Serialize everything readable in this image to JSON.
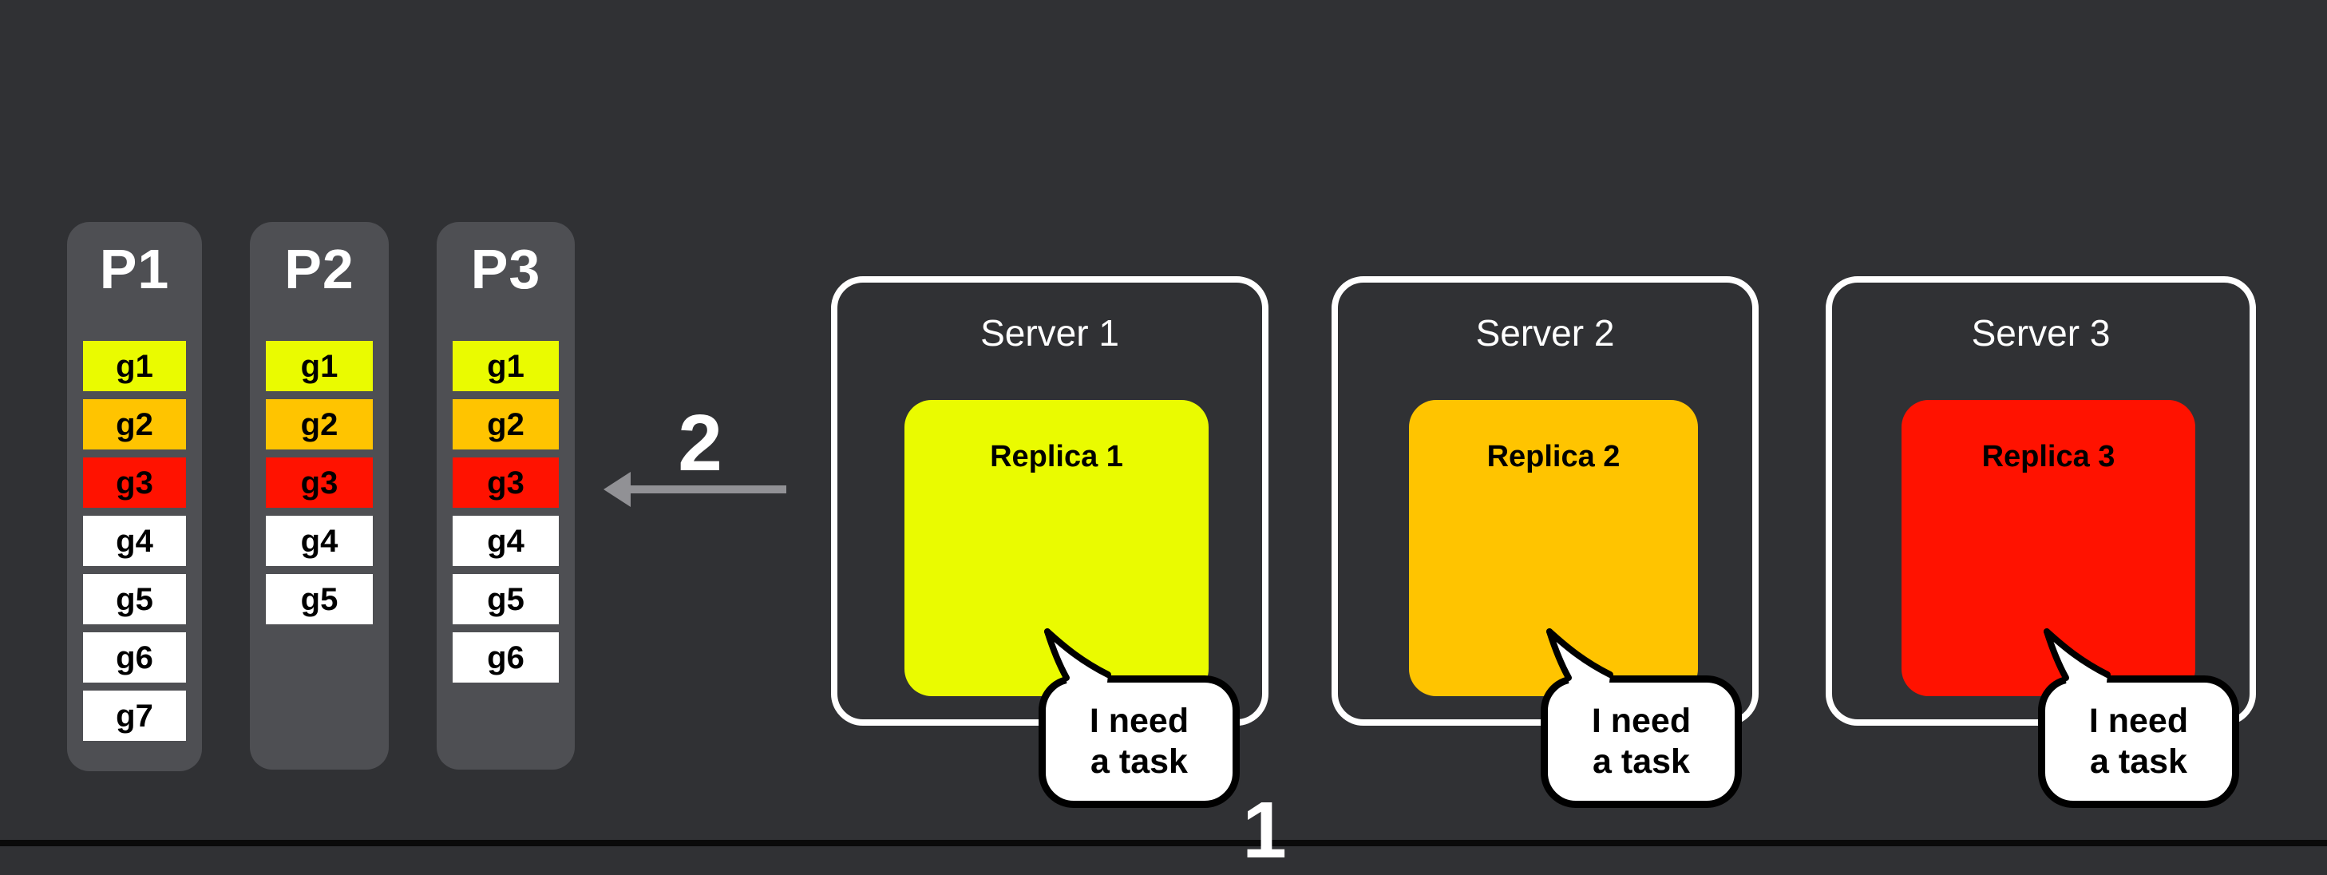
{
  "colors": {
    "background": "#303134",
    "partition_bg": "#4E4F53",
    "yellow": "#EAFB00",
    "orange": "#FFC400",
    "red": "#FF1200",
    "white": "#FFFFFF",
    "arrow_gray": "#919195",
    "ink": "#000000"
  },
  "partitions": [
    {
      "label": "P1",
      "tasks": [
        {
          "id": "g1",
          "color": "#EAFB00"
        },
        {
          "id": "g2",
          "color": "#FFC400"
        },
        {
          "id": "g3",
          "color": "#FF1200"
        },
        {
          "id": "g4",
          "color": "#FFFFFF"
        },
        {
          "id": "g5",
          "color": "#FFFFFF"
        },
        {
          "id": "g6",
          "color": "#FFFFFF"
        },
        {
          "id": "g7",
          "color": "#FFFFFF"
        }
      ]
    },
    {
      "label": "P2",
      "tasks": [
        {
          "id": "g1",
          "color": "#EAFB00"
        },
        {
          "id": "g2",
          "color": "#FFC400"
        },
        {
          "id": "g3",
          "color": "#FF1200"
        },
        {
          "id": "g4",
          "color": "#FFFFFF"
        },
        {
          "id": "g5",
          "color": "#FFFFFF"
        }
      ]
    },
    {
      "label": "P3",
      "tasks": [
        {
          "id": "g1",
          "color": "#EAFB00"
        },
        {
          "id": "g2",
          "color": "#FFC400"
        },
        {
          "id": "g3",
          "color": "#FF1200"
        },
        {
          "id": "g4",
          "color": "#FFFFFF"
        },
        {
          "id": "g5",
          "color": "#FFFFFF"
        },
        {
          "id": "g6",
          "color": "#FFFFFF"
        }
      ]
    }
  ],
  "flow": {
    "step2": "2",
    "step1": "1"
  },
  "servers": [
    {
      "title": "Server 1",
      "replica": {
        "label": "Replica 1",
        "color": "#EAFB00"
      },
      "bubble": {
        "line1": "I need",
        "line2": "a task"
      }
    },
    {
      "title": "Server 2",
      "replica": {
        "label": "Replica 2",
        "color": "#FFC400"
      },
      "bubble": {
        "line1": "I need",
        "line2": "a task"
      }
    },
    {
      "title": "Server 3",
      "replica": {
        "label": "Replica 3",
        "color": "#FF1200"
      },
      "bubble": {
        "line1": "I need",
        "line2": "a task"
      }
    }
  ]
}
